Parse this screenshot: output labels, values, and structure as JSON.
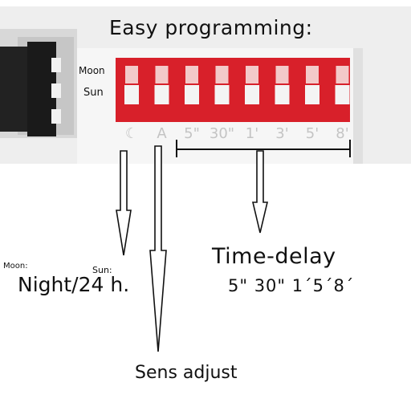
{
  "title": "Easy programming:",
  "switch_labels": {
    "moon": "Moon",
    "sun": "Sun"
  },
  "scale_labels": [
    "☾",
    "A",
    "5\"",
    "30\"",
    "1'",
    "3'",
    "5'",
    "8'"
  ],
  "time_delay": {
    "label": "Time-delay",
    "values": "5\" 30\" 1´5´8´"
  },
  "night_mode": {
    "moon_label": "Moon:",
    "sun_label": "Sun:",
    "label": "Night/24 h."
  },
  "sens": {
    "label": "Sens adjust"
  },
  "colors": {
    "dip_red": "#d8202a",
    "slot_white": "#f4f4f4",
    "housing": "#eeeeee",
    "connector": "#222222"
  }
}
